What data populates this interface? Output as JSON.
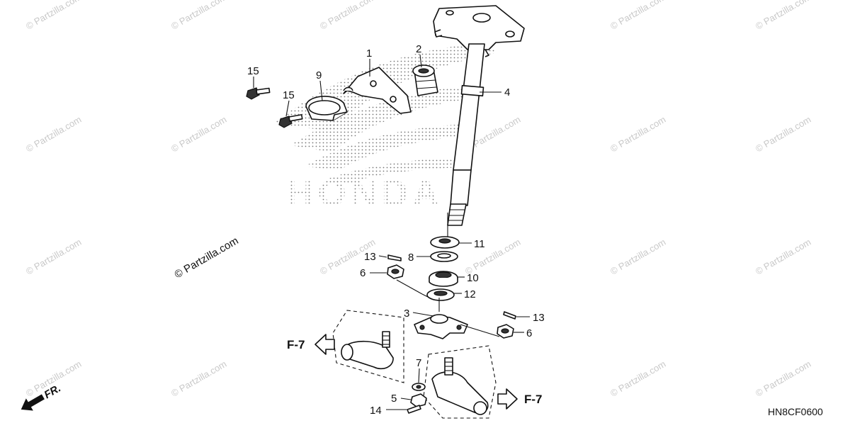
{
  "watermark": "© Partzilla.com",
  "diagram_code": "HN8CF0600",
  "brand_logo_text": "HONDA",
  "front_marker": "FR.",
  "reference_left": "F-7",
  "reference_right": "F-7",
  "callouts": {
    "c1": "1",
    "c2": "2",
    "c3": "3",
    "c4": "4",
    "c5": "5",
    "c6a": "6",
    "c6b": "6",
    "c7": "7",
    "c8": "8",
    "c9": "9",
    "c10": "10",
    "c11": "11",
    "c12": "12",
    "c13a": "13",
    "c13b": "13",
    "c14": "14",
    "c15a": "15",
    "c15b": "15"
  }
}
